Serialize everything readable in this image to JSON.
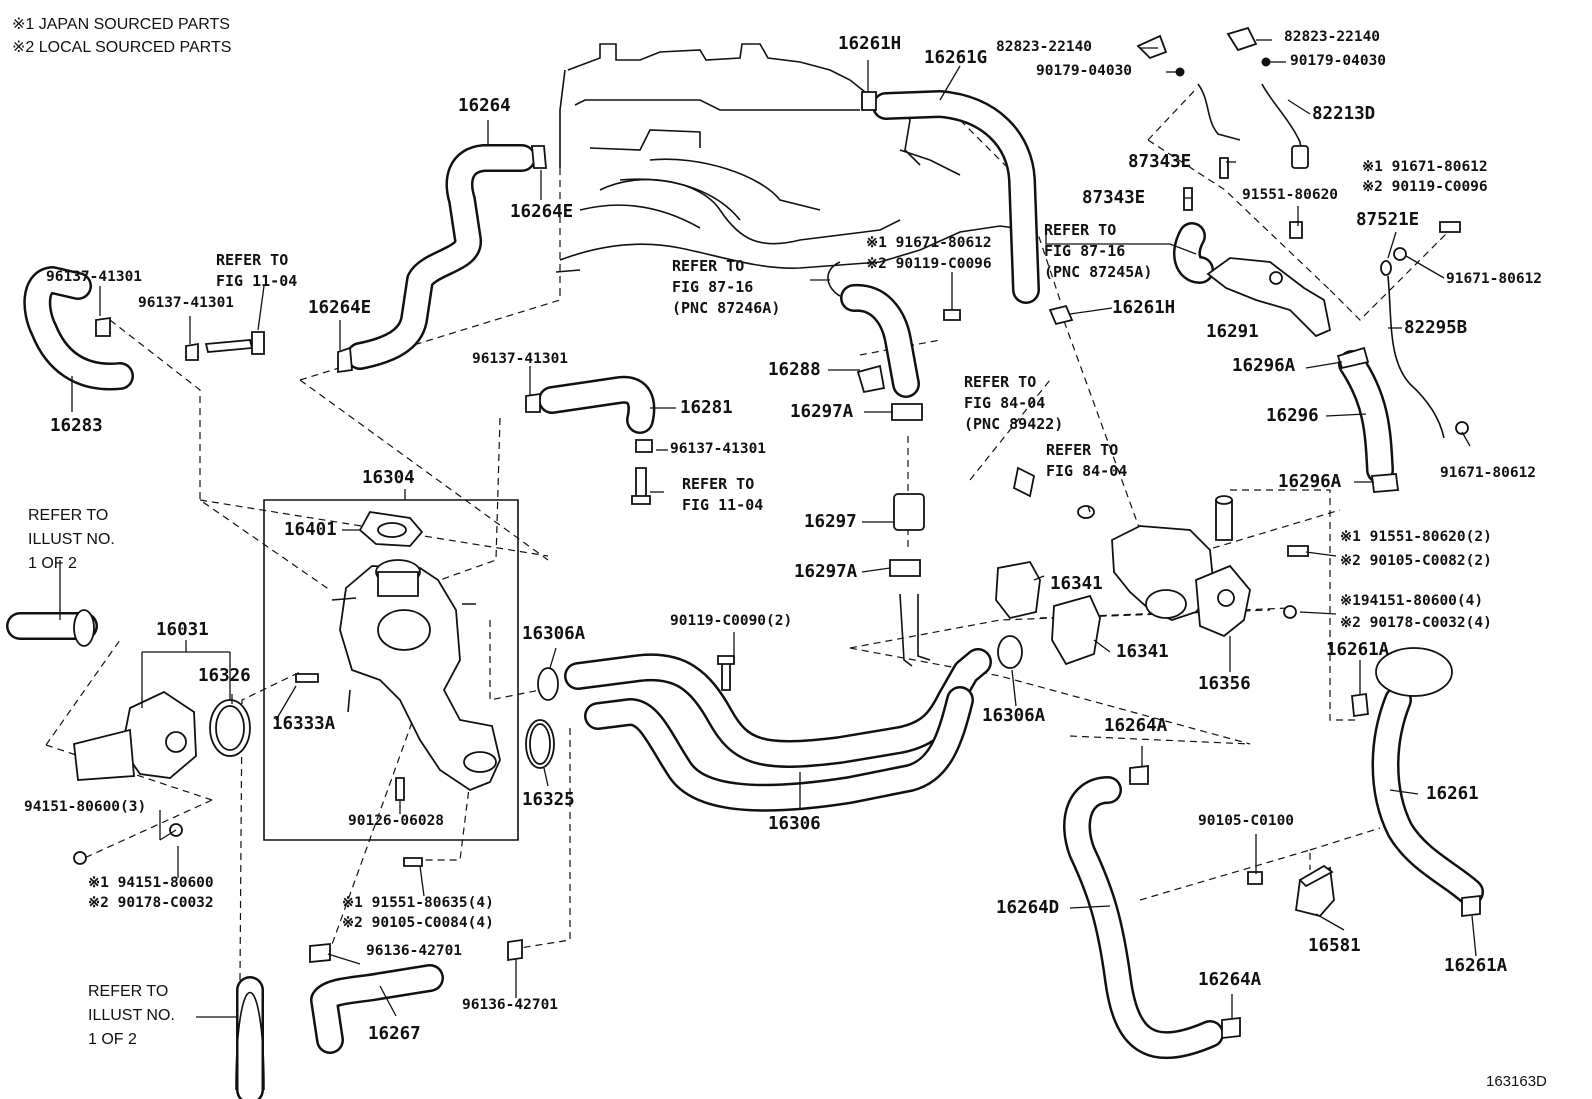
{
  "legend": [
    "※1 JAPAN SOURCED PARTS",
    "※2 LOCAL SOURCED PARTS"
  ],
  "diagram_code": "163163D",
  "references": {
    "illust_top": "REFER TO\nILLUST NO.\n1 OF 2",
    "illust_bottom": "REFER TO\nILLUST NO.\n1 OF 2",
    "fig_11_04_top": "REFER TO\nFIG 11-04",
    "fig_11_04_mid": "REFER TO\nFIG 11-04",
    "fig_87_16_a": "REFER TO\nFIG 87-16\n(PNC 87246A)",
    "fig_87_16_b": "REFER TO\nFIG 87-16\n(PNC 87245A)",
    "fig_84_04_a": "REFER TO\nFIG 84-04\n(PNC 89422)",
    "fig_84_04_b": "REFER TO\nFIG 84-04"
  },
  "labels": {
    "p16264": "16264",
    "p16264E_top": "16264E",
    "p16264E_left": "16264E",
    "p16261H_top": "16261H",
    "p16261G": "16261G",
    "p82823_a": "82823-22140",
    "p82823_b": "82823-22140",
    "p90179_a": "90179-04030",
    "p90179_b": "90179-04030",
    "p82213D": "82213D",
    "p87343E_a": "87343E",
    "p87343E_b": "87343E",
    "p91551_80620": "91551-80620",
    "note1_91671": "※1 91671-80612",
    "note2_90119_c0096": "※2 90119-C0096",
    "p87521E": "87521E",
    "p91671_right_top": "91671-80612",
    "p82295B": "82295B",
    "p16291": "16291",
    "p16261H_mid": "16261H",
    "p16296A_top": "16296A",
    "p16296": "16296",
    "p16296A_bottom": "16296A",
    "p91671_right_bottom": "91671-80612",
    "mid_note1": "※1 91671-80612",
    "mid_note2": "※2 90119-C0096",
    "p16288": "16288",
    "p16297A_top": "16297A",
    "p16297": "16297",
    "p16297A_bottom": "16297A",
    "p96137_left_a": "96137-41301",
    "p96137_left_b": "96137-41301",
    "p96137_mid_a": "96137-41301",
    "p96137_mid_b": "96137-41301",
    "p16283": "16283",
    "p16281": "16281",
    "p16304": "16304",
    "p16401": "16401",
    "p16031": "16031",
    "p16326": "16326",
    "p16333A": "16333A",
    "p94151_3": "94151-80600(3)",
    "note_a1": "※1 94151-80600",
    "note_a2": "※2 90178-C0032",
    "p90126": "90126-06028",
    "note_b1": "※1 91551-80635(4)",
    "note_b2": "※2 90105-C0084(4)",
    "p96136_a": "96136-42701",
    "p96136_b": "96136-42701",
    "p16267": "16267",
    "p16306A_top": "16306A",
    "p16325": "16325",
    "p90119_c0090": "90119-C0090(2)",
    "p16306": "16306",
    "p16341_a": "16341",
    "p16341_b": "16341",
    "p16356": "16356",
    "p16306A_bottom": "16306A",
    "note_c1": "※1 91551-80620(2)",
    "note_c2": "※2 90105-C0082(2)",
    "note_d1": "※194151-80600(4)",
    "note_d2": "※2 90178-C0032(4)",
    "p16261A_top": "16261A",
    "p16261": "16261",
    "p16261A_bottom": "16261A",
    "p16264A_top": "16264A",
    "p16264D": "16264D",
    "p90105_c0100": "90105-C0100",
    "p16581": "16581",
    "p16264A_bottom": "16264A"
  },
  "icons": [
    "clamp-icon",
    "bolt-icon",
    "nut-icon",
    "gasket-icon",
    "sensor-icon",
    "hose-icon"
  ]
}
